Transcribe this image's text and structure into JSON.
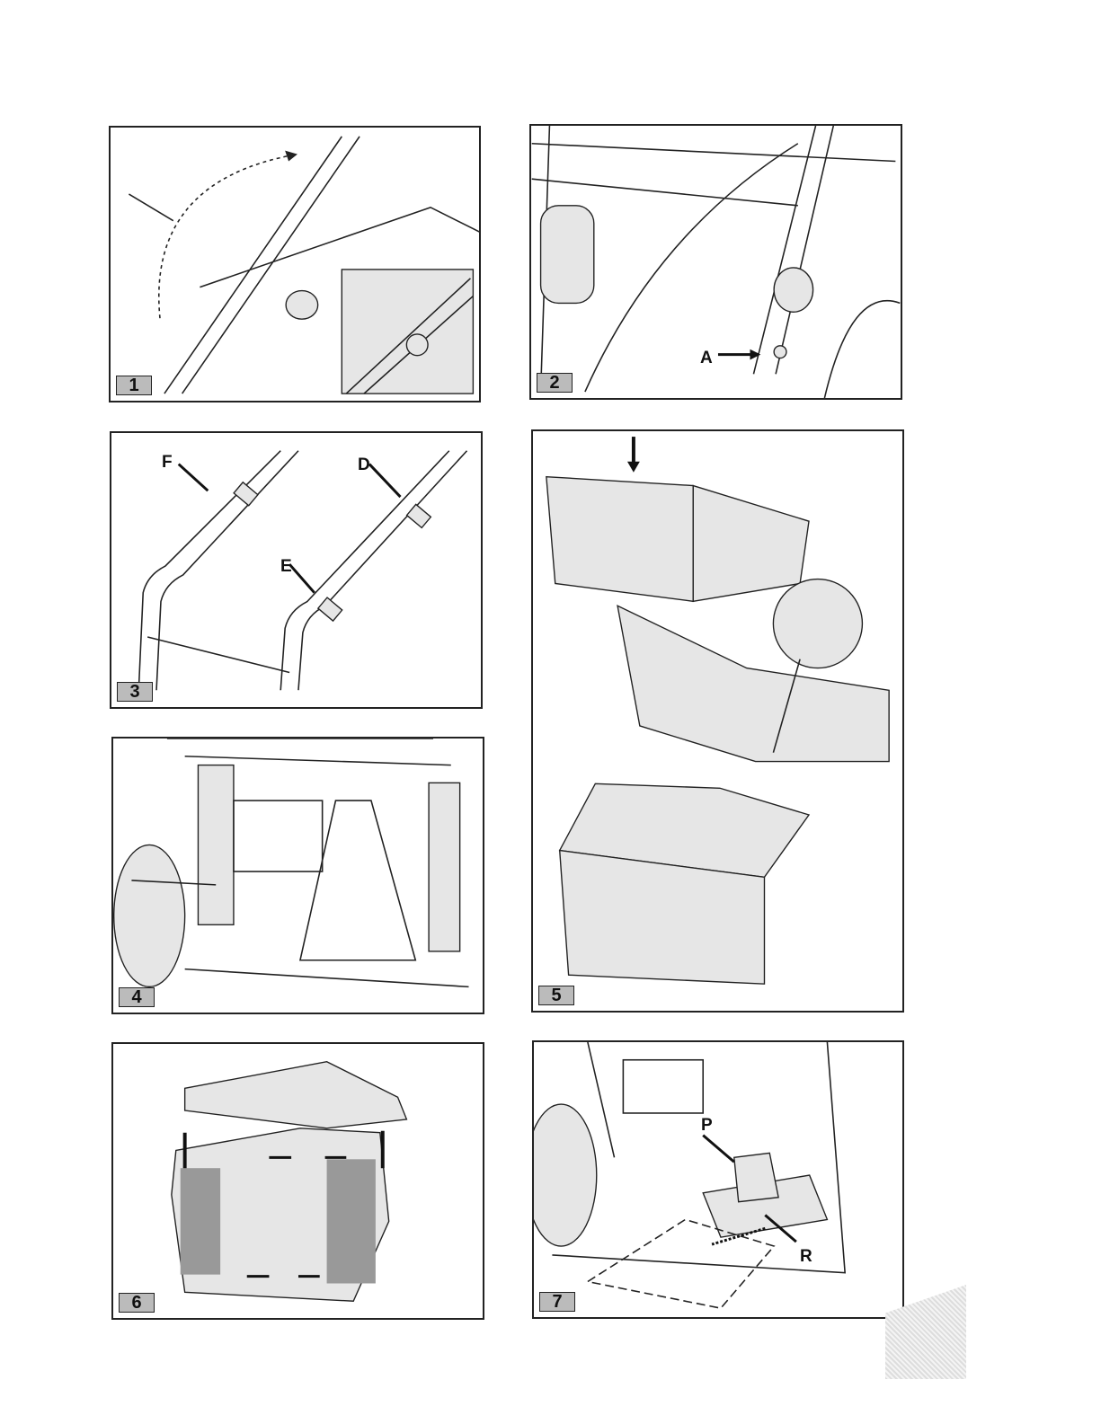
{
  "figures": [
    {
      "number": "1",
      "labels": []
    },
    {
      "number": "2",
      "labels": [
        "A"
      ]
    },
    {
      "number": "3",
      "labels": [
        "F",
        "D",
        "E"
      ]
    },
    {
      "number": "4",
      "labels": []
    },
    {
      "number": "5",
      "labels": []
    },
    {
      "number": "6",
      "labels": []
    },
    {
      "number": "7",
      "labels": [
        "P",
        "R"
      ]
    }
  ]
}
